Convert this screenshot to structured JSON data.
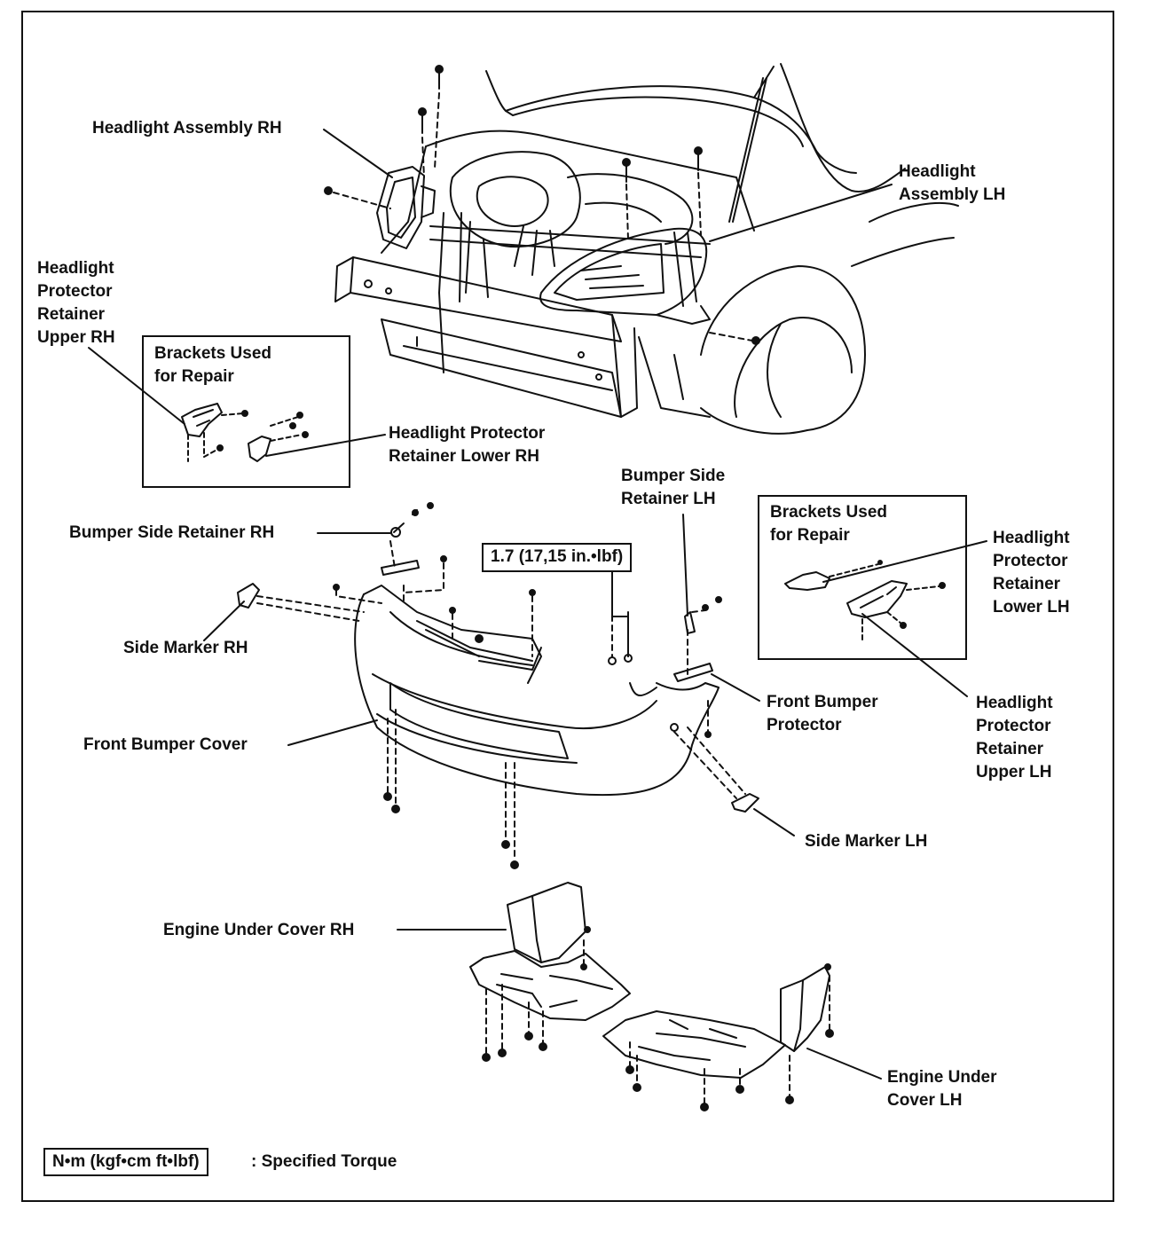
{
  "labels": {
    "headlight_assy_rh": "Headlight Assembly RH",
    "headlight_assy_lh": "Headlight\nAssembly LH",
    "hl_prot_ret_upper_rh": "Headlight\nProtector\nRetainer\nUpper RH",
    "brackets_rh": "Brackets Used\nfor Repair",
    "hl_prot_ret_lower_rh": "Headlight Protector\nRetainer Lower RH",
    "bumper_side_ret_rh": "Bumper Side Retainer RH",
    "bumper_side_ret_lh": "Bumper Side\nRetainer LH",
    "brackets_lh": "Brackets Used\nfor Repair",
    "hl_prot_ret_lower_lh": "Headlight\nProtector\nRetainer\nLower LH",
    "side_marker_rh": "Side Marker RH",
    "front_bumper_cover": "Front Bumper Cover",
    "front_bumper_protector": "Front Bumper\nProtector",
    "hl_prot_ret_upper_lh": "Headlight\nProtector\nRetainer\nUpper LH",
    "side_marker_lh": "Side Marker LH",
    "engine_under_cover_rh": "Engine Under Cover RH",
    "engine_under_cover_lh": "Engine Under\nCover LH"
  },
  "torque_spec": "1.7 (17,15 in.•lbf)",
  "legend": {
    "unit_box": "N•m (kgf•cm ft•lbf)",
    "description": ": Specified Torque"
  }
}
